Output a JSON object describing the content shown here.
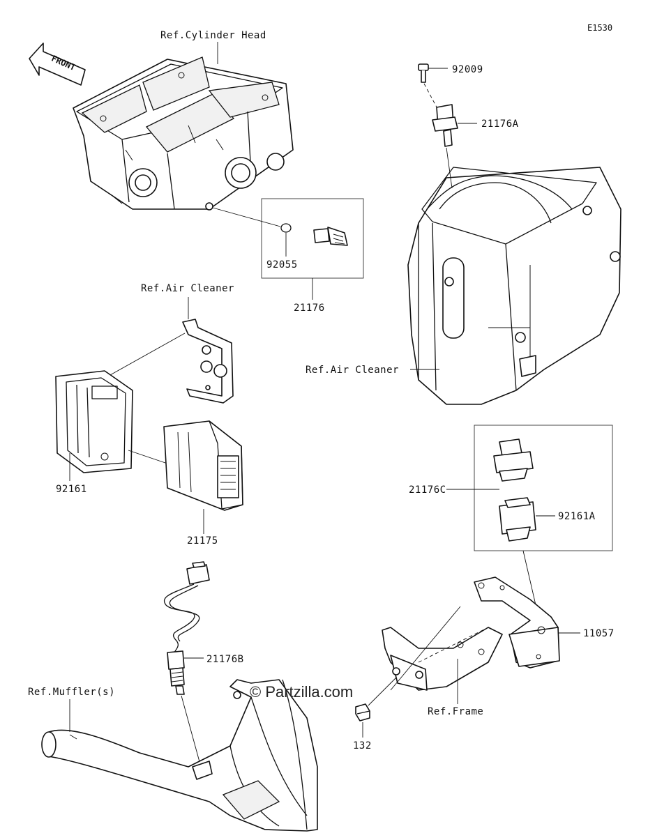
{
  "diagram_code": "E1530",
  "front_label": "FRONT",
  "watermark": "© Partzilla.com",
  "refs": {
    "cylinder_head": "Ref.Cylinder Head",
    "air_cleaner_left": "Ref.Air Cleaner",
    "air_cleaner_right": "Ref.Air Cleaner",
    "muffler": "Ref.Muffler(s)",
    "frame": "Ref.Frame"
  },
  "parts": {
    "p92009": "92009",
    "p21176A": "21176A",
    "p92055": "92055",
    "p21176": "21176",
    "p92161": "92161",
    "p21175": "21175",
    "p21176C": "21176C",
    "p92161A": "92161A",
    "p11057": "11057",
    "p21176B": "21176B",
    "p132": "132"
  }
}
